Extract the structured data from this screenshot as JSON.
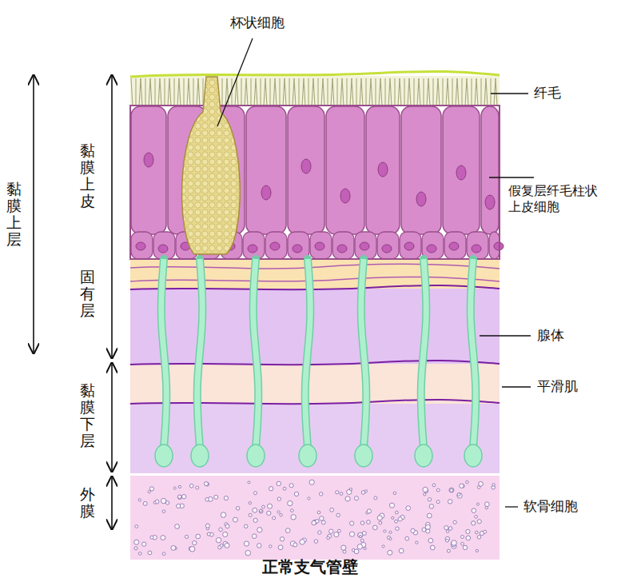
{
  "diagram": {
    "caption": "正常支气管壁",
    "labels": [
      "杯状细胞",
      "纤毛",
      "黏膜上层",
      "黏膜上皮",
      "假复层纤毛柱状上皮细胞",
      "固有层",
      "腺体",
      "平滑肌",
      "黏膜下层",
      "外膜",
      "软骨细胞"
    ]
  }
}
